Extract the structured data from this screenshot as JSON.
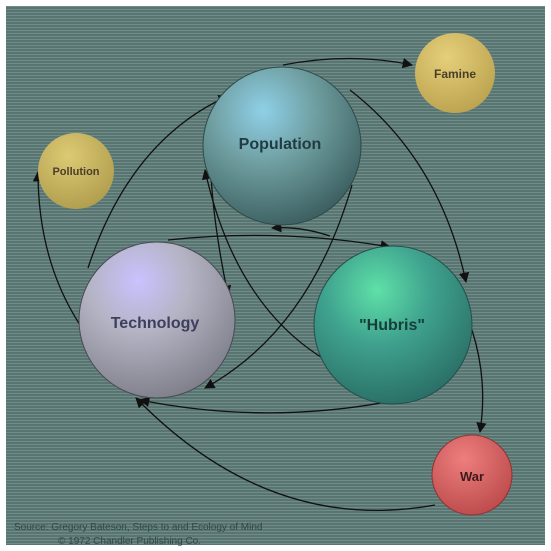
{
  "nodes": {
    "population": "Population",
    "technology": "Technology",
    "hubris": "\"Hubris\"",
    "famine": "Famine",
    "pollution": "Pollution",
    "war": "War"
  },
  "colors": {
    "background": "#5f7f7c",
    "population": "#6f9ea0",
    "technology": "#b4b4c4",
    "hubris": "#3fa28e",
    "famine": "#d4b95e",
    "pollution": "#cdb95c",
    "war": "#d96060",
    "arrow": "#111111"
  },
  "source": {
    "line1": "Source: Gregory Bateson, Steps to and Ecology of Mind",
    "line2": "© 1972 Chandler Publishing Co."
  }
}
